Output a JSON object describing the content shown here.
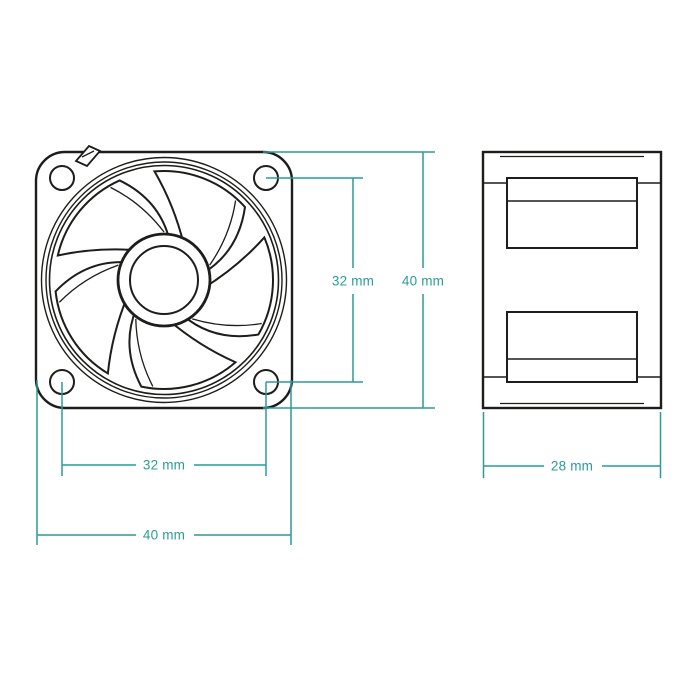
{
  "drawing": {
    "subject": "axial-fan-dimension-drawing",
    "views": {
      "front": {
        "name": "front-view"
      },
      "side": {
        "name": "side-view"
      }
    }
  },
  "colors": {
    "dimension": "#2b9c96",
    "ink": "#1d1d1b",
    "background": "#ffffff"
  },
  "dimensions": {
    "front_hole_pitch_vertical": "32 mm",
    "front_height": "40 mm",
    "front_hole_pitch_horizontal": "32 mm",
    "front_width": "40 mm",
    "side_depth": "28 mm"
  }
}
